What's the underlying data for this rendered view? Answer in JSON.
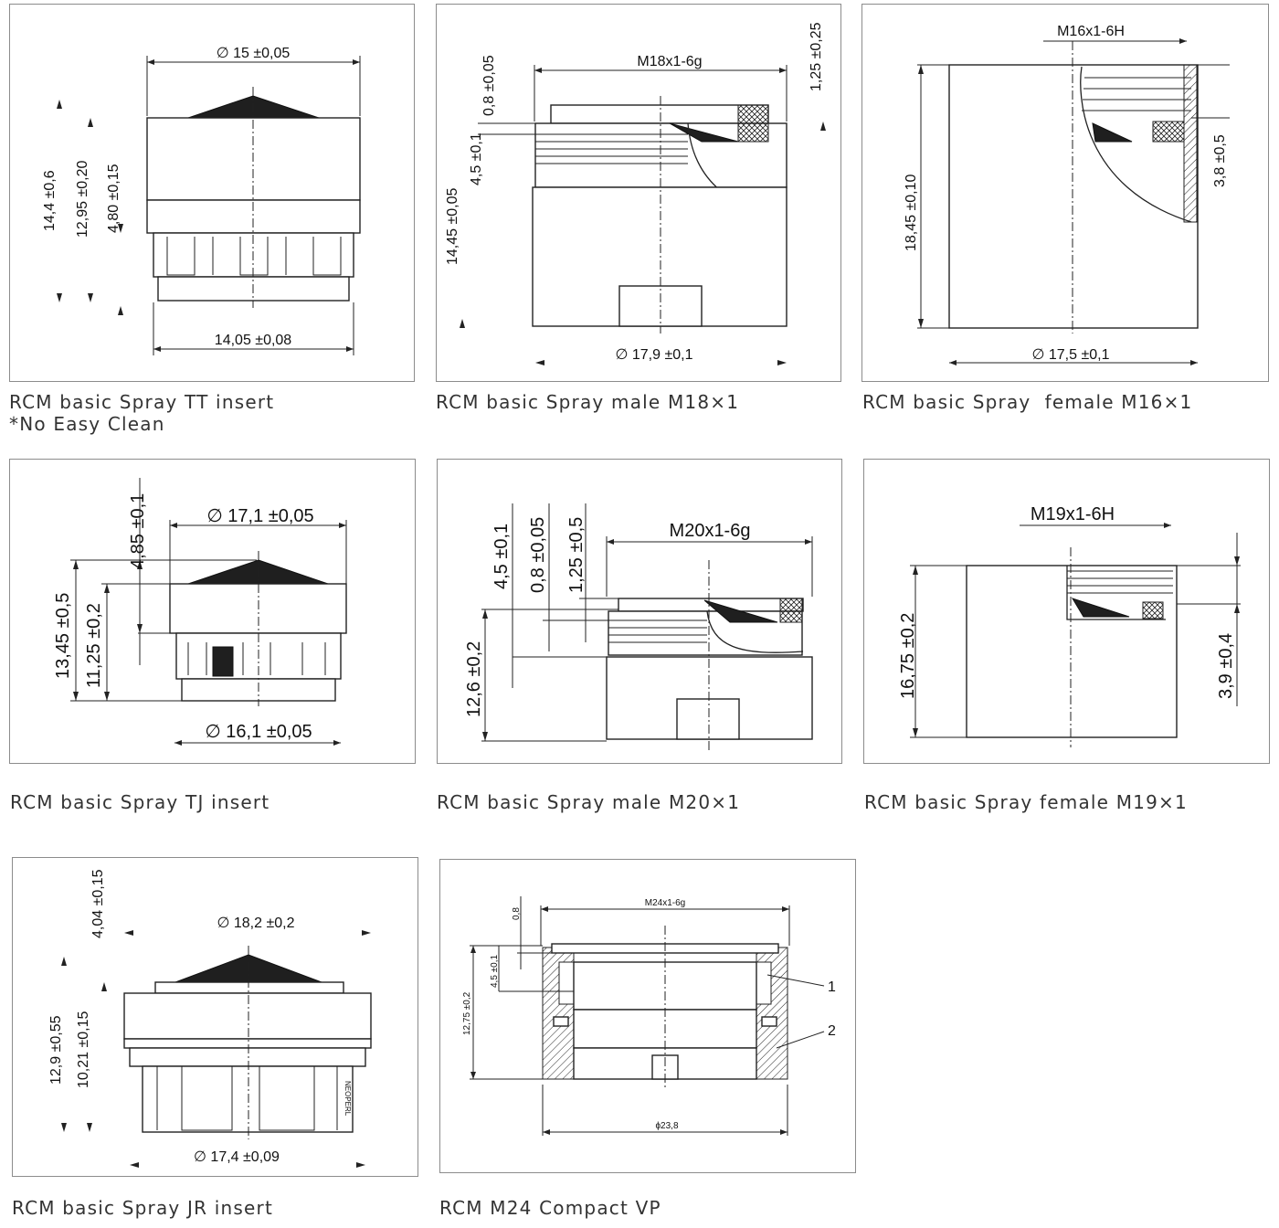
{
  "panels": [
    {
      "id": "tt",
      "caption": "RCM basic Spray TT insert",
      "caption_note": "*No Easy Clean",
      "dims": {
        "top": "∅ 15 ±0,05",
        "bottom": "14,05 ±0,08",
        "h1": "14,4 ±0,6",
        "h2": "12,95 ±0,20",
        "h3": "4,80 ±0,15"
      }
    },
    {
      "id": "male18",
      "caption": "RCM basic Spray male M18×1",
      "dims": {
        "thread": "M18x1-6g",
        "bottom": "∅ 17,9 ±0,1",
        "h1": "0,8 ±0,05",
        "h2": "4,5 ±0,1",
        "h3": "14,45 ±0,05",
        "r1": "1,25 ±0,25"
      }
    },
    {
      "id": "female16",
      "caption": "RCM basic Spray  female M16×1",
      "dims": {
        "thread": "M16x1-6H",
        "bottom": "∅ 17,5 ±0,1",
        "h1": "18,45 ±0,10",
        "r1": "3,8 ±0,5"
      }
    },
    {
      "id": "tj",
      "caption": "RCM basic Spray TJ insert",
      "dims": {
        "top": "∅ 17,1 ±0,05",
        "bottom": "∅ 16,1 ±0,05",
        "h1": "13,45 ±0,5",
        "h2": "11,25 ±0,2",
        "h3": "4,85 ±0,1"
      }
    },
    {
      "id": "male20",
      "caption": "RCM basic Spray male M20×1",
      "dims": {
        "thread": "M20x1-6g",
        "h1": "12,6 ±0,2",
        "h2": "4,5 ±0,1",
        "h3": "0,8 ±0,05",
        "h4": "1,25 ±0,5"
      }
    },
    {
      "id": "female19",
      "caption": "RCM basic Spray female M19×1",
      "dims": {
        "thread": "M19x1-6H",
        "h1": "16,75 ±0,2",
        "r1": "3,9 ±0,4"
      }
    },
    {
      "id": "jr",
      "caption": "RCM basic Spray JR insert",
      "dims": {
        "top": "∅ 18,2 ±0,2",
        "bottom": "∅ 17,4 ±0,09",
        "h1": "12,9 ±0,55",
        "h2": "10,21 ±0,15",
        "h3": "4,04 ±0,15",
        "brand": "NEOPERL"
      }
    },
    {
      "id": "m24",
      "caption": "RCM M24 Compact VP",
      "dims": {
        "thread": "M24x1-6g",
        "bottom": "ϕ23,8",
        "h1": "12,75 ±0,2",
        "h2": "4,5 ±0,1",
        "h3": "0,8",
        "c1": "1",
        "c2": "2"
      }
    }
  ]
}
